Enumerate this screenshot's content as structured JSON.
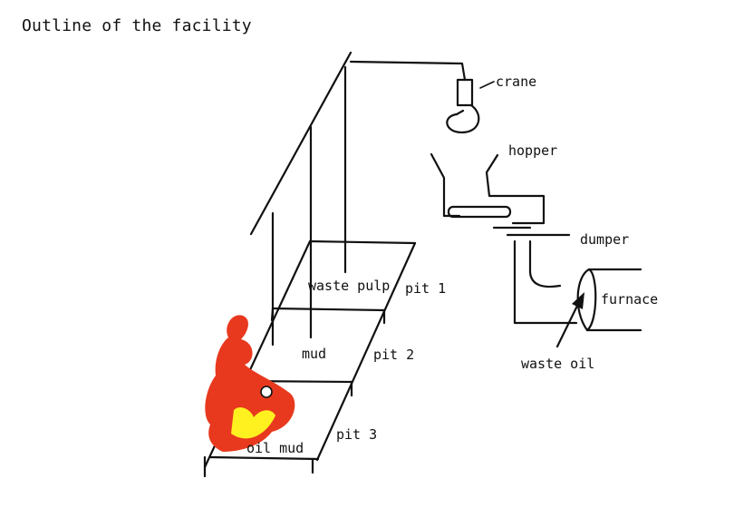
{
  "title": "Outline of the facility",
  "labels": {
    "crane": "crane",
    "hopper": "hopper",
    "dumper": "dumper",
    "furnace": "furnace",
    "waste_oil": "waste oil",
    "pit1_content": "waste pulp",
    "pit1": "pit 1",
    "pit2_content": "mud",
    "pit2": "pit 2",
    "pit3_content": "oil mud",
    "pit3": "pit 3"
  },
  "colors": {
    "line": "#111111",
    "fire_red": "#e8391e",
    "fire_yellow": "#fff020"
  },
  "icons": [
    "fire-icon",
    "crane-hook-icon"
  ]
}
